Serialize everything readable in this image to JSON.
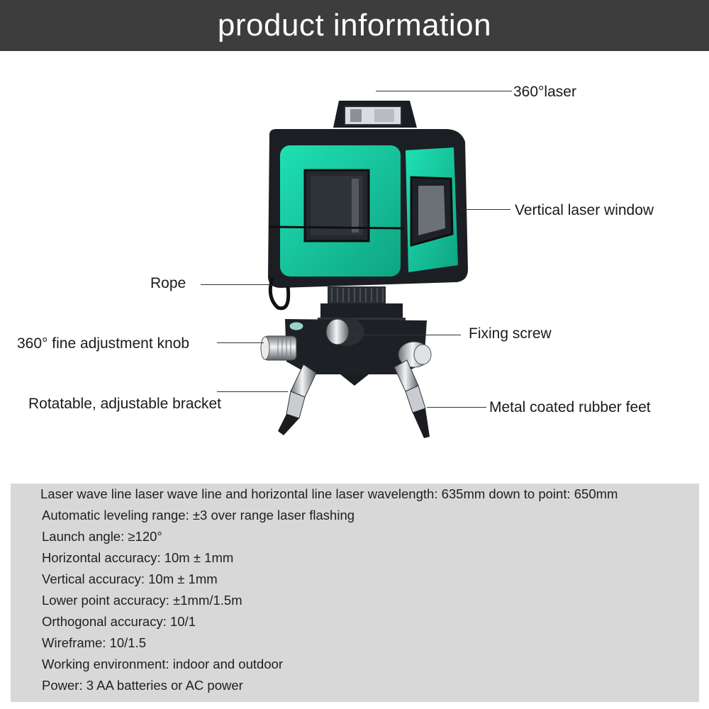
{
  "header": {
    "title": "product information"
  },
  "product": {
    "image": "green-3d-laser-level-on-tripod-bracket",
    "accent_color": "#14c8a0",
    "body_color": "#1b1f24"
  },
  "callouts": {
    "laser_360": "360°laser",
    "vertical_window": "Vertical laser window",
    "rope": "Rope",
    "fine_adjust_knob": "360° fine adjustment knob",
    "fixing_screw": "Fixing screw",
    "bracket": "Rotatable, adjustable bracket",
    "rubber_feet": "Metal coated rubber feet"
  },
  "specs": [
    "Laser wave line laser wave line and horizontal line laser wavelength: 635mm down to point: 650mm",
    "Automatic leveling range: ±3 over range laser flashing",
    "Launch angle: ≥120°",
    "Horizontal accuracy: 10m ± 1mm",
    "Vertical accuracy: 10m ± 1mm",
    "Lower point accuracy: ±1mm/1.5m",
    "Orthogonal accuracy: 10/1",
    "Wireframe: 10/1.5",
    "Working environment: indoor and outdoor",
    "Power: 3 AA batteries or AC power"
  ]
}
